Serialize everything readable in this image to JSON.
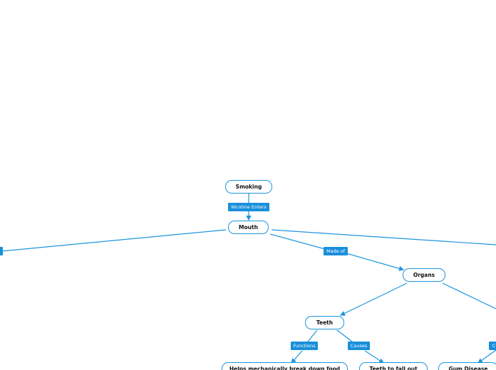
{
  "colors": {
    "accent": "#1f95de",
    "label_bg": "#1a8fdc",
    "node_border": "#1f95de"
  },
  "nodes": {
    "smoking": "Smoking",
    "mouth": "Mouth",
    "organs": "Organs",
    "teeth": "Teeth",
    "function_target": "Helps mechanically break down food",
    "causes_target": "Teeth to fall out",
    "gum_disease": "Gum Disease"
  },
  "links": {
    "nicotine_enters": "Nicotine Enters",
    "made_of": "Made of",
    "functions": "Functions",
    "causes": "Causes",
    "right_partial": "C"
  }
}
